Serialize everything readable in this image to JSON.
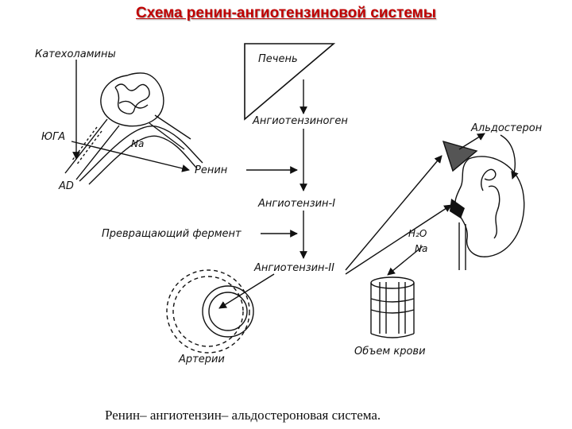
{
  "title": "Схема ренин-ангиотензиновой системы",
  "labels": {
    "catecholamines": "Катехоламины",
    "liver": "Печень",
    "angiotensinogen": "Ангиотензиноген",
    "aldosterone": "Альдостерон",
    "yuga": "ЮГА",
    "na": "Na",
    "ad": "AD",
    "renin": "Ренин",
    "angiotensin1": "Ангиотензин-I",
    "converting_enzyme": "Превращающий фермент",
    "h2o": "H₂O",
    "na2": "Na",
    "angiotensin2": "Ангиотензин-II",
    "arteries": "Артерии",
    "blood_volume": "Объем крови"
  },
  "caption": "Ренин– ангиотензин– альдостероновая  система."
}
